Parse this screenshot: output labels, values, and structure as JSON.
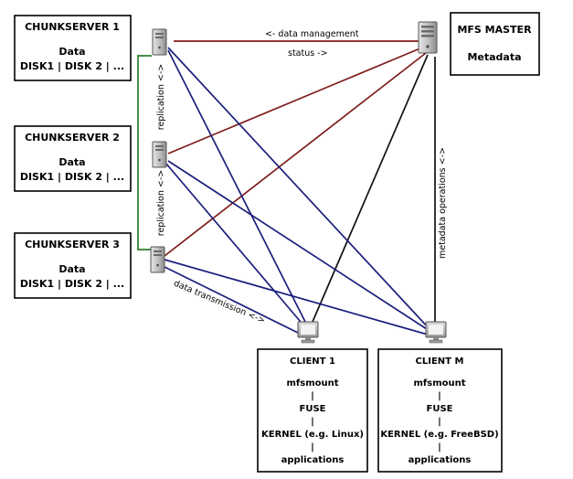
{
  "chunkservers": [
    {
      "title": "CHUNKSERVER 1",
      "line1": "Data",
      "line2": "DISK1 | DISK 2 | ..."
    },
    {
      "title": "CHUNKSERVER 2",
      "line1": "Data",
      "line2": "DISK1 | DISK 2 | ..."
    },
    {
      "title": "CHUNKSERVER 3",
      "line1": "Data",
      "line2": "DISK1 | DISK 2 | ..."
    }
  ],
  "master": {
    "title": "MFS MASTER",
    "line1": "Metadata"
  },
  "clients": [
    {
      "title": "CLIENT 1",
      "lines": [
        "mfsmount",
        "|",
        "FUSE",
        "|",
        "KERNEL (e.g. Linux)",
        "|",
        "applications"
      ]
    },
    {
      "title": "CLIENT M",
      "lines": [
        "mfsmount",
        "|",
        "FUSE",
        "|",
        "KERNEL (e.g. FreeBSD)",
        "|",
        "applications"
      ]
    }
  ],
  "labels": {
    "data_management": "<- data management",
    "status": "status ->",
    "replication_top": "replication <->",
    "replication_bottom": "replication <->",
    "metadata_operations": "metadata operations <->",
    "data_transmission": "data transmission <->"
  },
  "colors": {
    "data_links": "#1b1f7c",
    "management_links": "#7d1c1c",
    "metadata_links": "#111111",
    "replication_links": "#2e7d2a"
  },
  "icons": {
    "server": "server-icon",
    "client": "computer-icon"
  }
}
